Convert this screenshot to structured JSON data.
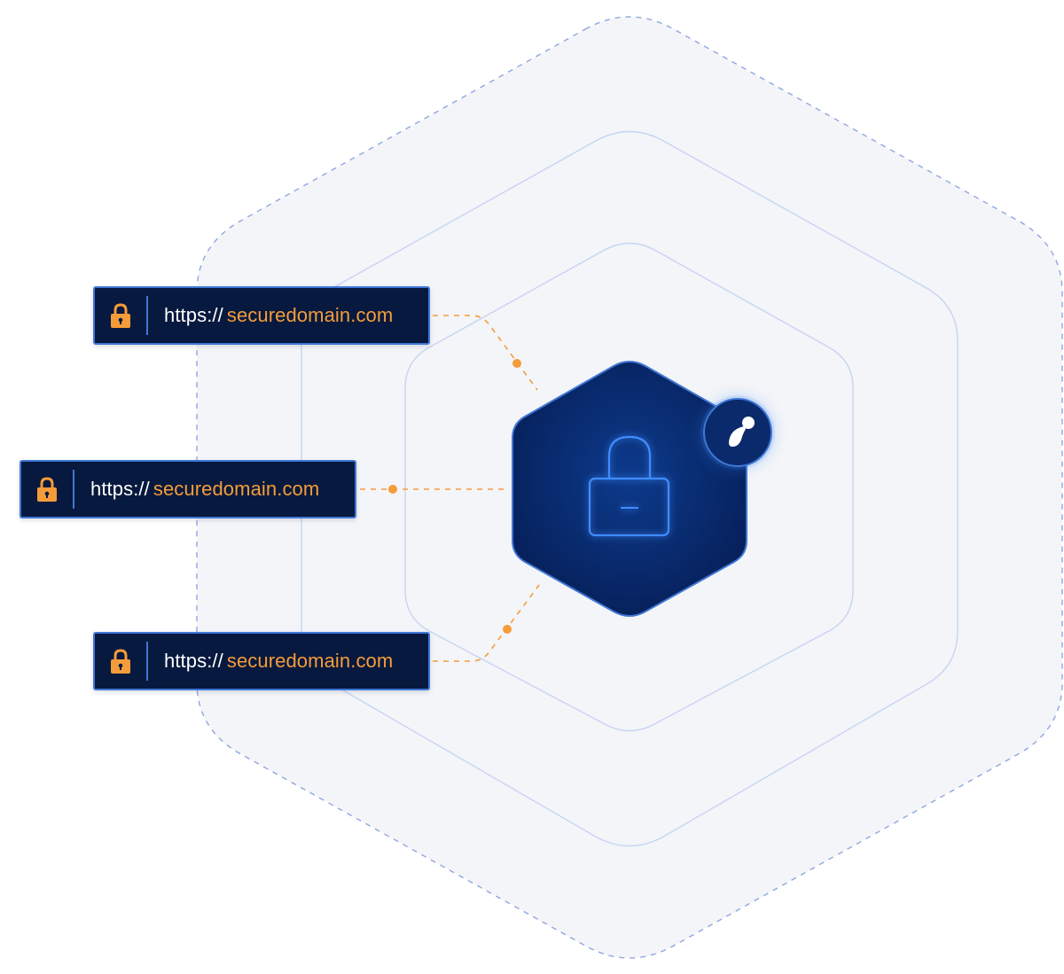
{
  "colors": {
    "background_hex": "#f4f5f8",
    "hex_border": "#c5d5f2",
    "dashed_border": "#8ea7e0",
    "core_fill": "#0a2a6b",
    "core_border": "#3f77d6",
    "connector": "#f59c3a",
    "url_bar_fill": "#07193e",
    "domain_text": "#f59c3a",
    "scheme_text": "#ffffff"
  },
  "core": {
    "icon": "padlock-icon",
    "badge_icon": "brand-logo-icon"
  },
  "url_bars": [
    {
      "scheme": "https://",
      "domain": "securedomain.com",
      "icon": "lock-icon"
    },
    {
      "scheme": "https://",
      "domain": "securedomain.com",
      "icon": "lock-icon"
    },
    {
      "scheme": "https://",
      "domain": "securedomain.com",
      "icon": "lock-icon"
    }
  ]
}
